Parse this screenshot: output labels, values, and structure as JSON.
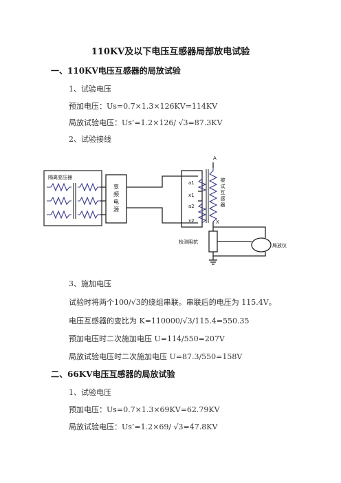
{
  "doc": {
    "title": "110KV及以下电压互感器局部放电试验",
    "sec1": {
      "heading": "一、110KV电压互感器的局放试验",
      "item1": "1、试验电压",
      "pre_voltage": "预加电压：Us=0.7×1.3×126KV=114KV",
      "pd_voltage": "局放试验电压：Us’=1.2×126/ √3=87.3KV",
      "item2": "2、试验接线",
      "item3": "3、施加电压",
      "para1": "试验时将两个100/√3的绕组串联。串联后的电压为 115.4V。",
      "ratio": "电压互感器的变比为    K=110000/√3/115.4=550.35",
      "pre_secondary": "预加电压时二次施加电压   U=114/550=207V",
      "pd_secondary": "局放试验电压时二次施加电压   U=87.3/550=158V"
    },
    "sec2": {
      "heading": "二、66KV电压互感器的局放试验",
      "item1": "1、试验电压",
      "pre_voltage": "预加电压：Us=0.7×1.3×69KV=62.79KV",
      "pd_voltage": "局放试验电压：Us’=1.2×69/ √3=47.8KV"
    }
  },
  "diagram": {
    "isolation_transformer": "隔离变压器",
    "variable_power": [
      "变",
      "频",
      "电",
      "源"
    ],
    "terminal_A": "A",
    "terminal_X": "X",
    "terminal_a1": "a1",
    "terminal_x1": "x1",
    "terminal_a2": "a2",
    "terminal_x2": "x2",
    "tested_transformer": [
      "被",
      "试",
      "互",
      "感",
      "器"
    ],
    "detection_impedance": "检测阻抗",
    "pd_meter": "局放仪"
  },
  "colors": {
    "coil": "#3a3a8c",
    "line": "#222222"
  }
}
